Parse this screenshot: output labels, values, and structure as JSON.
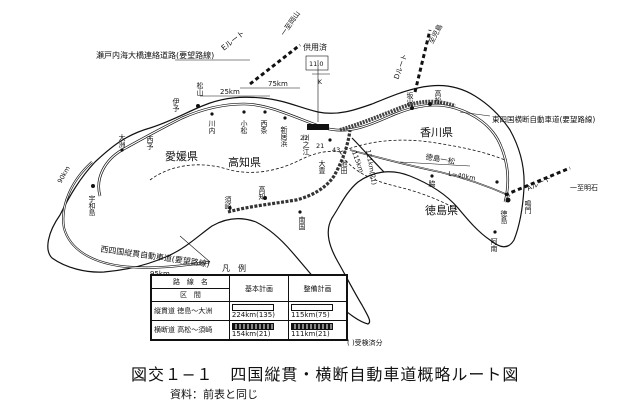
{
  "map": {
    "labels": {
      "bridge_road": "瀬戸内海大橋連絡道路(要望路線)",
      "e_route": "Eルート",
      "e_dest": "一至岡山",
      "in_service": "供用済",
      "in_service_val": "11.0",
      "d_route": "Dルート",
      "d_dest": "至児島",
      "dist_25": "25km",
      "dist_75": "75km",
      "dist_22": "22",
      "dist_21": "21",
      "dist_43": "43",
      "east_west_road": "東四国横断自動車道(要望路線)",
      "tokushima_road": "徳島一松",
      "dist_40": "L=40km",
      "a_route": "Aルート",
      "a_dest": "一至明石",
      "west_road": "西四国縦貫自動車道(要望路線)",
      "dist_95": "95km",
      "dist_90": "90km",
      "vertical_111": "111km(21)",
      "vertical_115": "115km",
      "pref_ehime": "愛媛県",
      "pref_kochi": "高知県",
      "pref_kagawa": "香川県",
      "pref_tokushima": "徳島県",
      "city_matsuyama": "松山",
      "city_iyo": "伊予",
      "city_uchiko": "川内",
      "city_ozu": "大洲",
      "city_seiyo": "西予",
      "city_uwajima": "宇和島",
      "city_komatsu": "小松",
      "city_saijo": "西条",
      "city_niihama": "新居浜",
      "city_mishima": "川之江",
      "city_ikeda": "池田",
      "city_odozaki": "大豊",
      "city_nankoku": "南国",
      "city_kochi": "高知",
      "city_susaki": "須崎",
      "city_takamatsu": "高松",
      "city_sakaide": "坂出",
      "city_naruto": "鳴門",
      "city_tokushima": "徳島",
      "city_anan": "阿南",
      "city_awa": "脇",
      "small_label": "K"
    }
  },
  "legend": {
    "title": "凡　例",
    "col_route": "路　線　名",
    "col_section": "区　間",
    "col_plan": "基本計画",
    "col_actual": "整備計画",
    "rows": [
      {
        "route": "縦貫道",
        "section": "徳島〜大洲",
        "plan": "224km(135)",
        "actual": "115km(75)"
      },
      {
        "route": "横断道",
        "section": "高松〜須崎",
        "plan": "154km(21)",
        "actual": "111km(21)"
      }
    ],
    "note": "( )受検済分"
  },
  "caption": "図交１−１　四国縦貫・横断自動車道概略ルート図",
  "source": "資料：前表と同じ"
}
